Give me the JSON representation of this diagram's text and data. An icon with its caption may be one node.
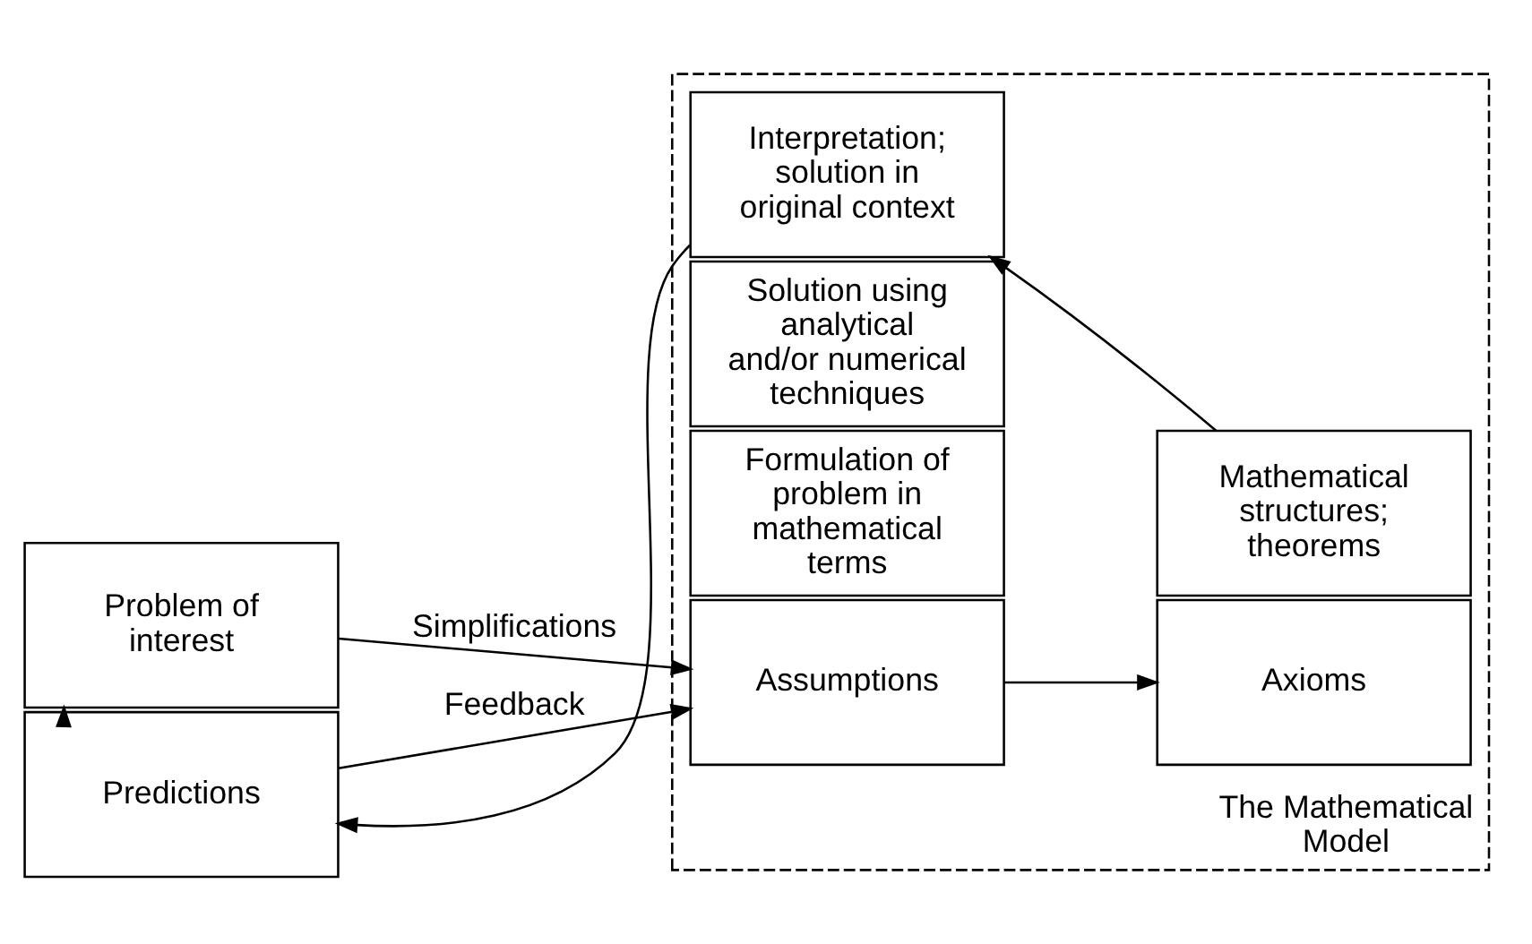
{
  "diagram": {
    "nodes": [
      {
        "text": [
          "Problem of interest"
        ]
      },
      {
        "text": [
          "Predictions"
        ]
      },
      {
        "text": [
          "The Mathematical Model"
        ]
      },
      {
        "text": [
          "Assumptions"
        ],
        "in": 2
      },
      {
        "text": [
          "Formulation of problem in mathematical terms"
        ],
        "in": 2
      },
      {
        "text": [
          "Solution using analytical and/or numerical techniques"
        ],
        "in": 2
      },
      {
        "text": [
          "Interpretation; solution in original context"
        ],
        "in": 2
      },
      {
        "text": [
          "Axioms"
        ],
        "in": 2
      },
      {
        "text": [
          "Mathematical structures; theorems"
        ],
        "in": 2
      }
    ],
    "edges": [
      {
        "from": 0,
        "to": 3,
        "arrow": "to",
        "label": "Simplifications"
      },
      {
        "from": 1,
        "to": 0,
        "arrow": "to"
      },
      {
        "from": 1,
        "to": 3,
        "arrow": "to",
        "label": "Feedback"
      },
      {
        "from": 3,
        "to": 7,
        "arrow": "to"
      },
      {
        "from": 8,
        "to": 6,
        "arrow": "to"
      },
      {
        "from": 6,
        "to": 1,
        "arrow": "to"
      }
    ]
  }
}
